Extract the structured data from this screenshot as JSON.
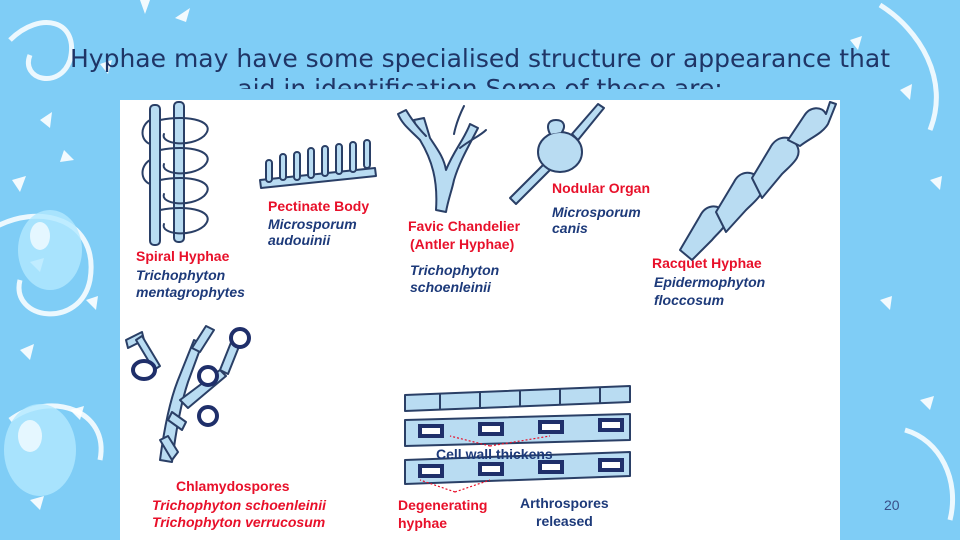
{
  "slide": {
    "title_line1": "Hyphae may have some specialised structure or appearance that",
    "title_line2": "aid in identification Some of these are:",
    "page_number": "20"
  },
  "labels": {
    "spiral_name": "Spiral Hyphae",
    "spiral_sp1": "Trichophyton",
    "spiral_sp2": "mentagrophytes",
    "pectinate_name": "Pectinate Body",
    "pectinate_sp1": "Microsporum",
    "pectinate_sp2": "audouinii",
    "favic_name1": "Favic Chandelier",
    "favic_name2": "(Antler Hyphae)",
    "favic_sp1": "Trichophyton",
    "favic_sp2": "schoenleinii",
    "nodular_name": "Nodular Organ",
    "nodular_sp1": "Microsporum",
    "nodular_sp2": "canis",
    "racquet_name": "Racquet Hyphae",
    "racquet_sp1": "Epidermophyton",
    "racquet_sp2": "floccosum",
    "chlamy_name": "Chlamydospores",
    "chlamy_sp1": "Trichophyton schoenleinii",
    "chlamy_sp2": "Trichophyton verrucosum",
    "cellwall": "Cell wall thickens",
    "degen1": "Degenerating",
    "degen2": "hyphae",
    "arthro1": "Arthrospores",
    "arthro2": "released"
  },
  "colors": {
    "background": "#7fcdf6",
    "title": "#1f3566",
    "label_red": "#e8102a",
    "label_navy": "#1d3a7a",
    "hypha_fill": "#b9dcf2",
    "hypha_stroke": "#2a3f66"
  }
}
